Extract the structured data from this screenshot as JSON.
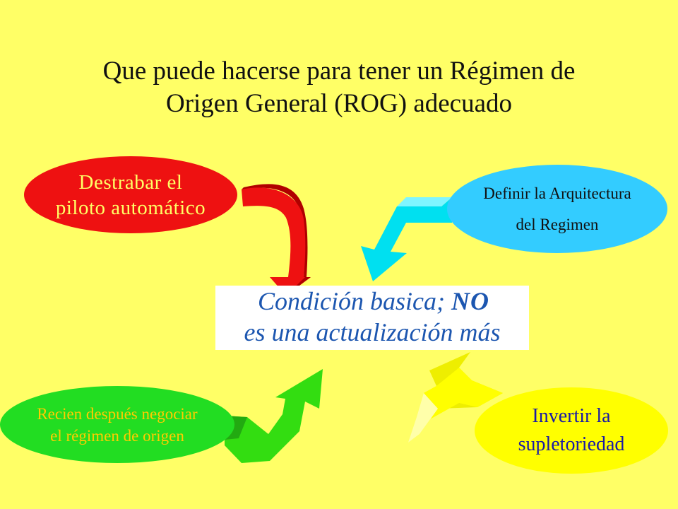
{
  "title": {
    "line1": "Que puede hacerse para tener un Régimen de",
    "line2": "Origen General (ROG) adecuado"
  },
  "center": {
    "line1_prefix": "Condición basica;",
    "line1_emphasis": "NO",
    "line2": "es una actualización más"
  },
  "nodes": {
    "top_left": {
      "line1": "Destrabar el",
      "line2": "piloto automático"
    },
    "top_right": {
      "line1": "Definir la Arquitectura",
      "line2": "del Regimen"
    },
    "bottom_left": {
      "line1": "Recien después negociar",
      "line2": "el régimen de origen"
    },
    "bottom_right": {
      "line1": "Invertir la",
      "line2": "supletoriedad"
    }
  },
  "colors": {
    "background": "#FFFF66",
    "top_left": "#EE1111",
    "top_right": "#33CCFF",
    "bottom_left": "#22DD22",
    "bottom_right": "#FFFF00",
    "center_text": "#1C56B0"
  }
}
